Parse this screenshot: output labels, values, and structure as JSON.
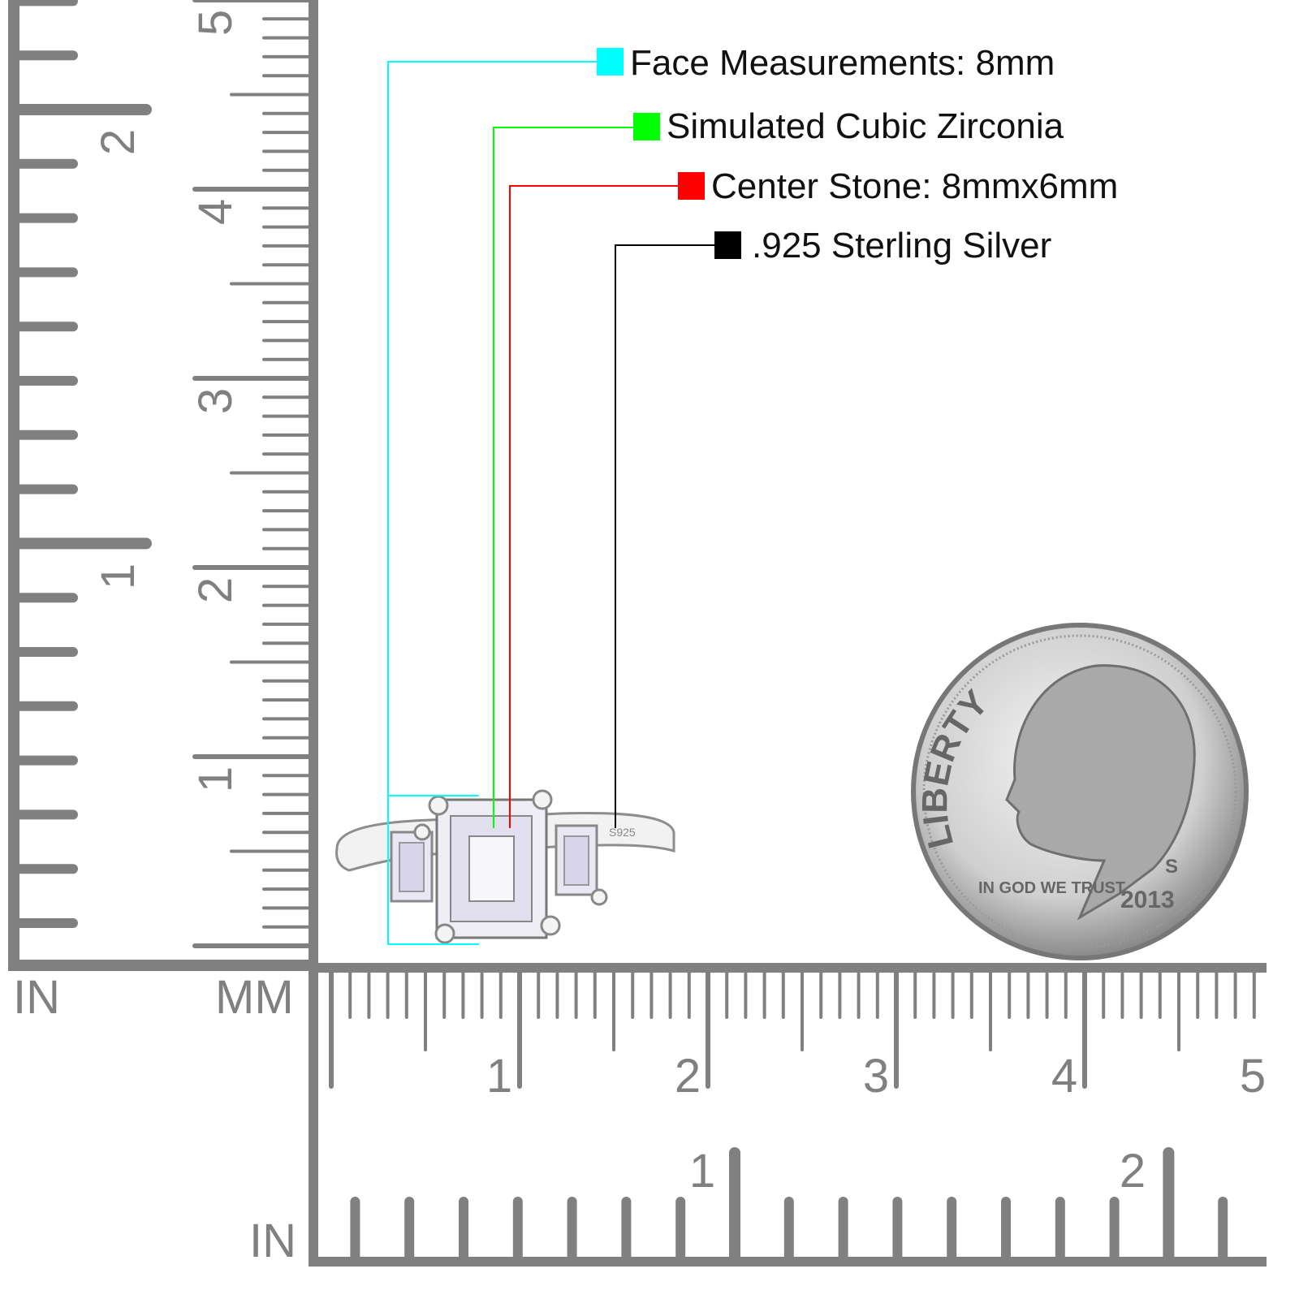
{
  "legend": [
    {
      "label": "Face Measurements: 8mm",
      "color": "#00ffff"
    },
    {
      "label": "Simulated Cubic Zirconia",
      "color": "#00ff00"
    },
    {
      "label": "Center Stone: 8mmx6mm",
      "color": "#ff0000"
    },
    {
      "label": ".925 Sterling Silver",
      "color": "#000000"
    }
  ],
  "ruler_labels": {
    "left_in": "IN",
    "left_mm": "MM",
    "bottom_in": "IN"
  },
  "vertical_ruler": {
    "mm_labels": [
      "1",
      "2",
      "3",
      "4",
      "5"
    ],
    "in_labels": [
      "1",
      "2"
    ]
  },
  "horizontal_ruler": {
    "mm_labels": [
      "1",
      "2",
      "3",
      "4",
      "5"
    ],
    "in_labels": [
      "1",
      "2"
    ]
  },
  "coin": {
    "legend_text": "LIBERTY",
    "motto": "IN GOD WE TRUST",
    "year": "2013",
    "mint_mark": "S"
  },
  "ring": {
    "stamp": "S925"
  },
  "colors": {
    "ruler": "#808080"
  }
}
